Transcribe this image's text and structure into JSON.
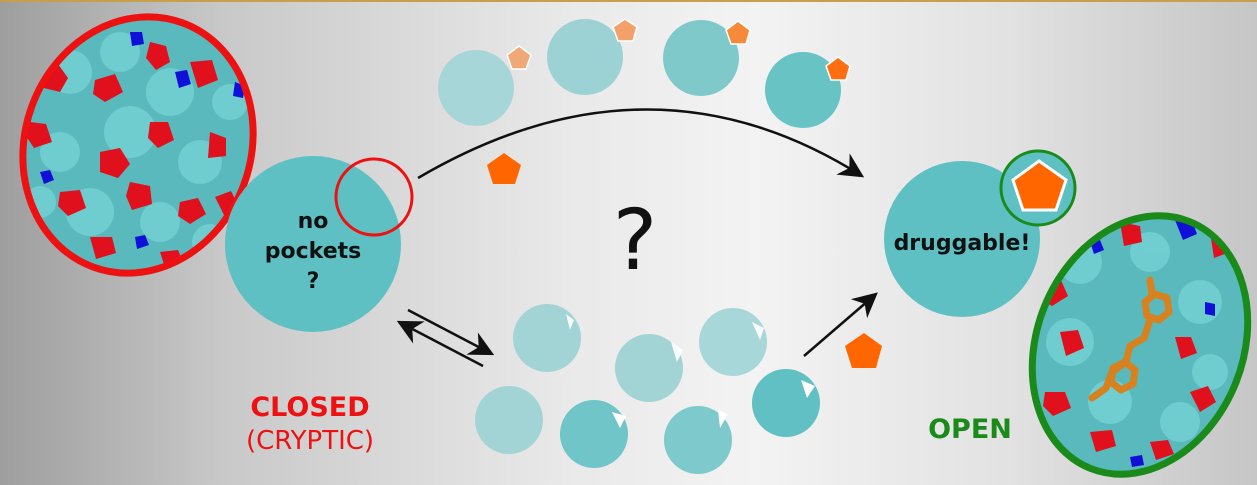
{
  "closed_circle": {
    "lines": [
      "no",
      "pockets",
      "?"
    ]
  },
  "open_circle": {
    "label": "druggable!"
  },
  "center_question": "?",
  "closed_state": {
    "label": "CLOSED",
    "sublabel": "(CRYPTIC)"
  },
  "open_state": {
    "label": "OPEN"
  },
  "colors": {
    "protein": "#5ec0c3",
    "ligand": "#ff6600",
    "closed": "#ee1111",
    "open": "#1a8a1a",
    "hydrophobic": "#5fbfc2",
    "polar_negative": "#e0101c",
    "polar_positive": "#1010d8"
  },
  "icons": [
    "protein-surface-closed",
    "protein-surface-open-with-ligand",
    "pentagon-ligand-icon",
    "arrow-icon"
  ]
}
